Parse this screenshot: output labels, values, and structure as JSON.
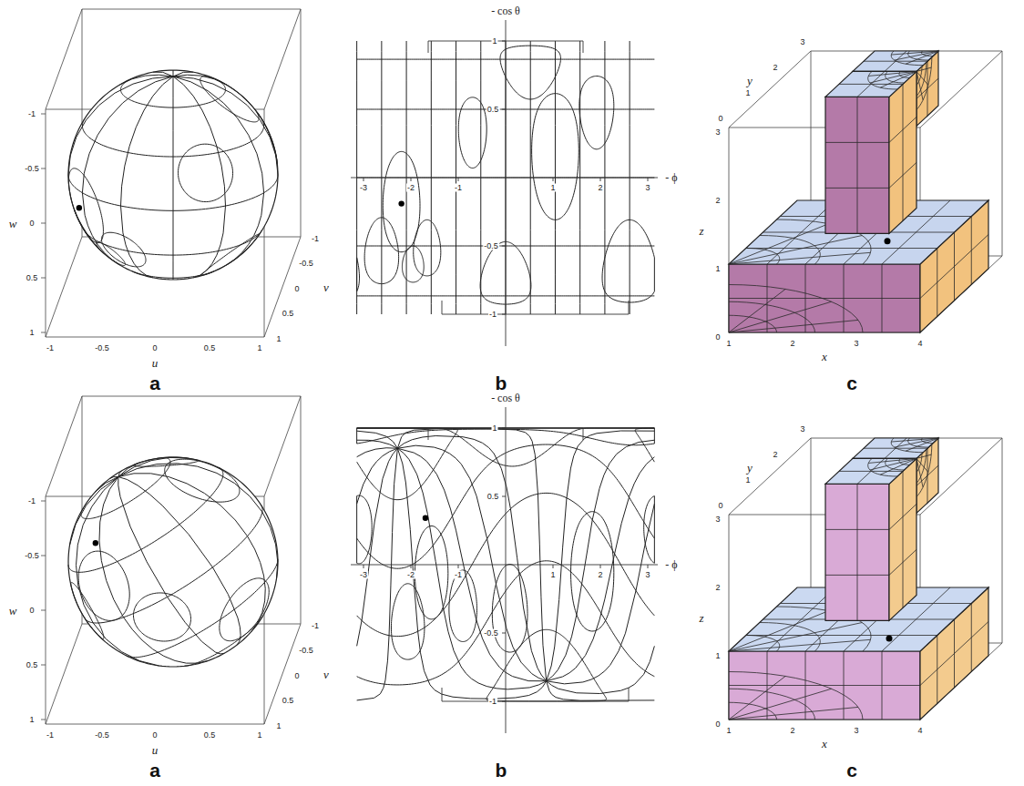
{
  "diagram": {
    "labels": [
      "-1",
      "-0.5",
      "0",
      "0.5",
      "1",
      "w",
      "-1",
      "-0.5",
      "0",
      "0.5",
      "1",
      "u",
      "1",
      "0.5",
      "0",
      "-0.5",
      "-1",
      "v",
      "- cos θ",
      "- ϕ",
      "-3",
      "-2",
      "-1",
      "1",
      "2",
      "3",
      "1",
      "0.5",
      "-0.5",
      "-1",
      "y",
      "z",
      "x",
      "0",
      "1",
      "2",
      "3",
      "0",
      "1",
      "2",
      "3",
      "1",
      "2",
      "3",
      "4",
      "a",
      "b",
      "c",
      "-1",
      "-0.5",
      "0",
      "0.5",
      "1",
      "w",
      "-1",
      "-0.5",
      "0",
      "0.5",
      "1",
      "u",
      "1",
      "0.5",
      "0",
      "-0.5",
      "-1",
      "v",
      "- cos θ",
      "- ϕ",
      "-3",
      "-2",
      "-1",
      "1",
      "2",
      "3",
      "1",
      "0.5",
      "-0.5",
      "-1",
      "y",
      "z",
      "x",
      "0",
      "1",
      "2",
      "3",
      "0",
      "1",
      "2",
      "3",
      "1",
      "2",
      "3",
      "4",
      "a",
      "b",
      "c"
    ]
  }
}
